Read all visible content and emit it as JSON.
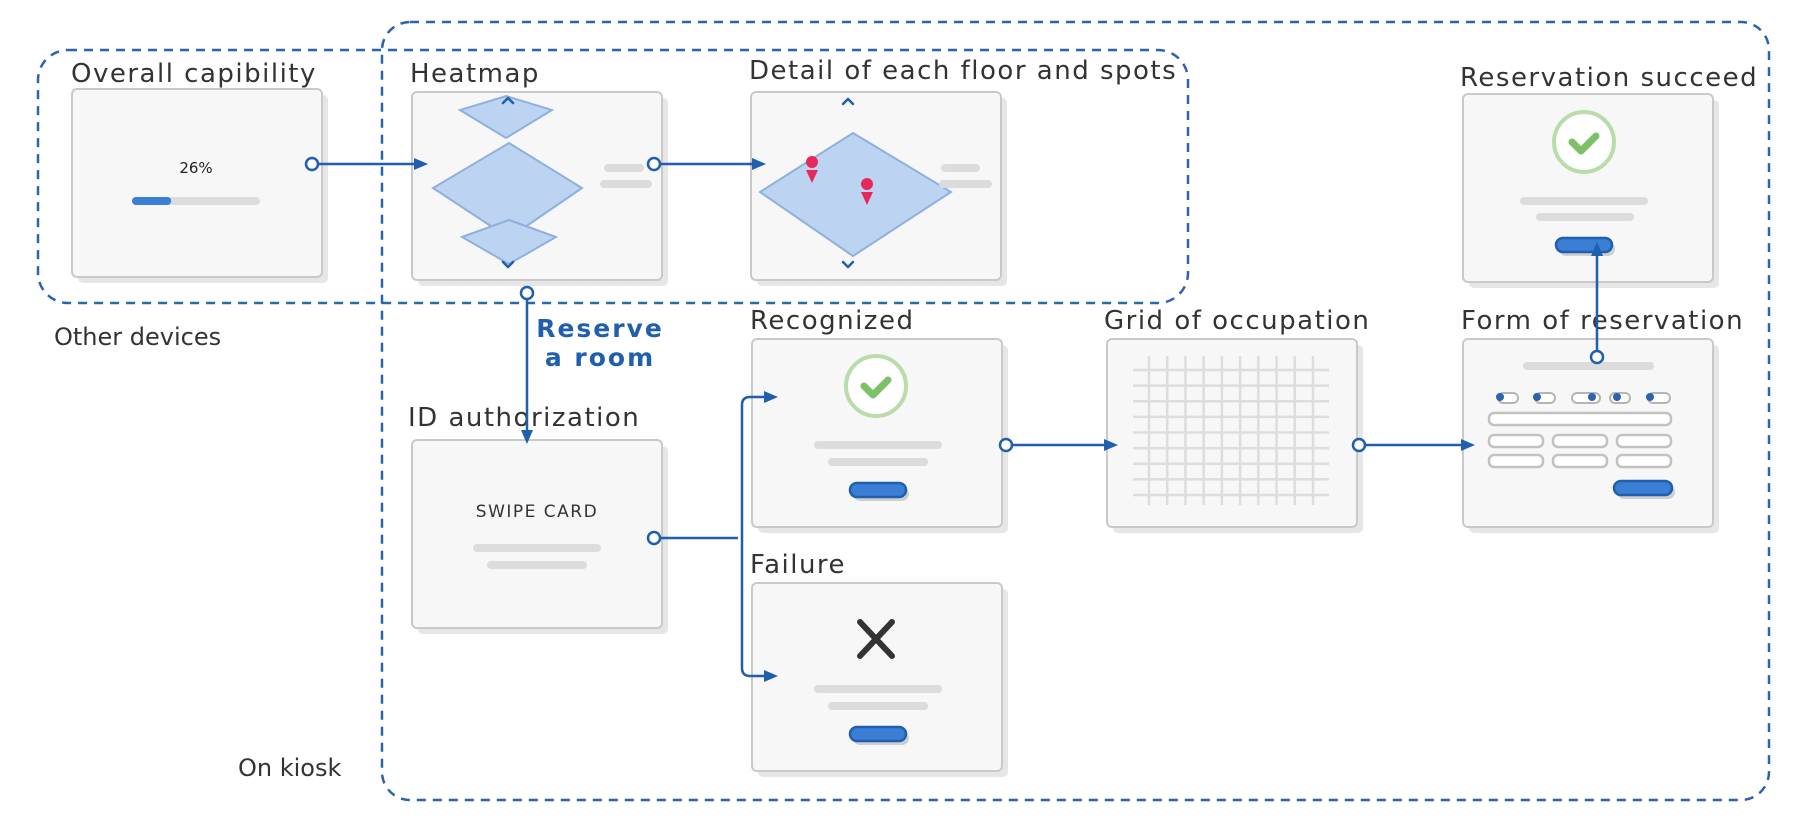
{
  "groups": {
    "other_devices": "Other devices",
    "on_kiosk": "On kiosk"
  },
  "screens": {
    "overall": {
      "title": "Overall capibility",
      "percent_label": "26%",
      "progress": 0.26
    },
    "heatmap": {
      "title": "Heatmap"
    },
    "detail": {
      "title": "Detail of each floor and spots"
    },
    "id_auth": {
      "title": "ID authorization",
      "card_text": "SWIPE CARD"
    },
    "recognized": {
      "title": "Recognized"
    },
    "failure": {
      "title": "Failure"
    },
    "grid": {
      "title": "Grid of occupation"
    },
    "form": {
      "title": "Form of reservation"
    },
    "success": {
      "title": "Reservation succeed"
    }
  },
  "edges": {
    "reserve_label_line1": "Reserve",
    "reserve_label_line2": "a room"
  },
  "icons": {
    "success": "check-circle-icon",
    "failure": "x-icon",
    "pin": "map-pin-icon",
    "chevron": "chevron-icon"
  },
  "colors": {
    "accent": "#1f5fae",
    "button": "#3a7fd5",
    "diamond": "#bcd3f2",
    "check": "#7cc168",
    "pin": "#e8275a"
  }
}
